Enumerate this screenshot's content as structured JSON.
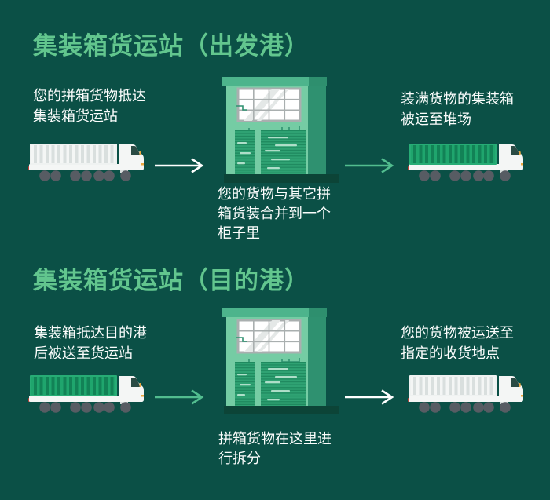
{
  "infographic": {
    "background_color": "#0B5046",
    "heading_color": "#62C68E",
    "text_color": "#FFFFFF",
    "arrow_green_color": "#52BD8F",
    "arrow_white_color": "#FFFFFF",
    "building_facade_color": "#75CCA4",
    "building_side_color": "#2F9170",
    "shutter_color": "#2FA273",
    "container_green_color": "#1FA56D",
    "container_white_color": "#F4F6F5",
    "wheel_color": "#575C63"
  },
  "sections": [
    {
      "title": "集装箱货运站（出发港）",
      "left_caption_lines": [
        "您的拼箱货物抵达",
        "集装箱货运站"
      ],
      "building_caption_lines": [
        "您的货物与其它拼",
        "箱货装合并到一个",
        "柜子里"
      ],
      "right_caption_lines": [
        "装满货物的集装箱",
        "被运至堆场"
      ],
      "left_truck_container": "white",
      "right_truck_container": "green",
      "left_arrow": "white",
      "right_arrow": "green"
    },
    {
      "title": "集装箱货运站（目的港）",
      "left_caption_lines": [
        "集装箱抵达目的港",
        "后被送至货运站"
      ],
      "building_caption_lines": [
        "拼箱货物在这里进",
        "行拆分"
      ],
      "right_caption_lines": [
        "您的货物被运送至",
        "指定的收货地点"
      ],
      "left_truck_container": "green",
      "right_truck_container": "white",
      "left_arrow": "green",
      "right_arrow": "white"
    }
  ]
}
